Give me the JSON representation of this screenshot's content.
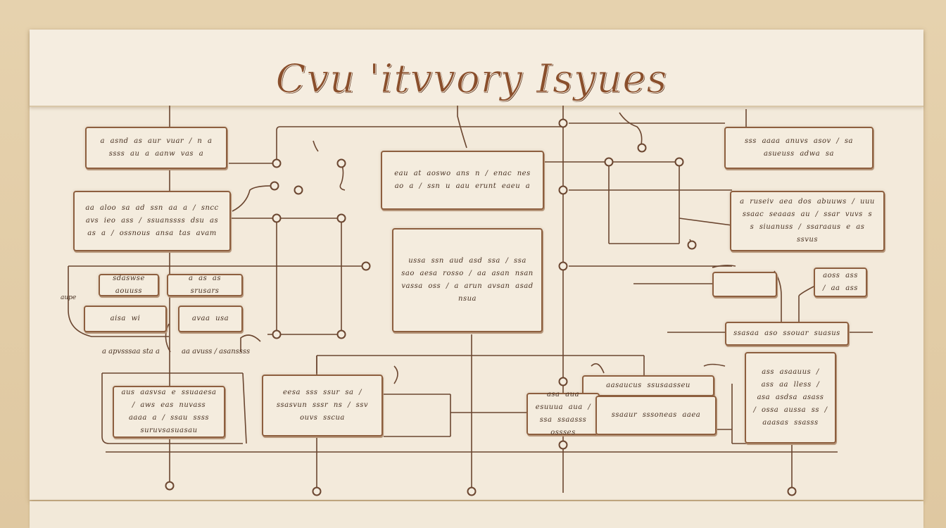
{
  "title": "Cvu 'itvvory Isyues",
  "colors": {
    "board": "#f3eadb",
    "line": "#6b4630",
    "node_border": "#8d5f3f",
    "accent": "#8a4f2c"
  },
  "nodes": [
    {
      "id": "n1",
      "text": "a asnd as aur vuar / n a ssss au a aanw vas a"
    },
    {
      "id": "n2",
      "text": "eau at aoswo ans n / enac nes ao a / ssn u aau erunt eaeu a"
    },
    {
      "id": "n3",
      "text": "aa aloo sa ad ssn aa a / sncc avs ieo ass / ssuanssss dsu as as a / ossnous ansa tas avam"
    },
    {
      "id": "n4",
      "text": "ussa ssn aud asd ssa / ssa sao aesa rosso / aa asan nsan vassa oss / a arun avsan asad nsua"
    },
    {
      "id": "n5",
      "text": "sdaswse aouuss"
    },
    {
      "id": "n6",
      "text": "a as as srusars"
    },
    {
      "id": "n7",
      "text": "aisa wi"
    },
    {
      "id": "n8",
      "text": "avaa usa"
    },
    {
      "id": "n9",
      "text": "aus aasvsa e ssuaaesa / aws eas nuvass aaaa a / ssau ssss suruvsasuasau"
    },
    {
      "id": "n10",
      "text": "eesa sss ssur sa / ssasvun sssr ns / ssv ouvs sscua"
    },
    {
      "id": "n11",
      "text": "sss aaaa anuvs asov / sa asueuss adwa sa"
    },
    {
      "id": "n12",
      "text": "a ruseiv aea dos abuuws / uuu ssaac seaaas au / ssar vuvs s s siuanuss / ssaraaus e as ssvus"
    },
    {
      "id": "n13",
      "text": ""
    },
    {
      "id": "n14",
      "text": "aoss ass / aa ass"
    },
    {
      "id": "n15",
      "text": "ssasaa aso ssouar suasus"
    },
    {
      "id": "n16",
      "text": "aasaucus ssusaasseu"
    },
    {
      "id": "n17",
      "text": "asa aua esuuua aua / ssa ssaasss ossses"
    },
    {
      "id": "n18",
      "text": "ssaaur sssoneas aaea"
    },
    {
      "id": "n19",
      "text": "ass asaauus / ass aa lless / asa asdsa asass / ossa aussa ss / aaasas ssasss"
    }
  ],
  "notes": [
    {
      "id": "note1",
      "text": "a apvsssaa sta a"
    },
    {
      "id": "note2",
      "text": "aa avuss / asanssss"
    },
    {
      "id": "note3",
      "text": "aupe"
    }
  ]
}
